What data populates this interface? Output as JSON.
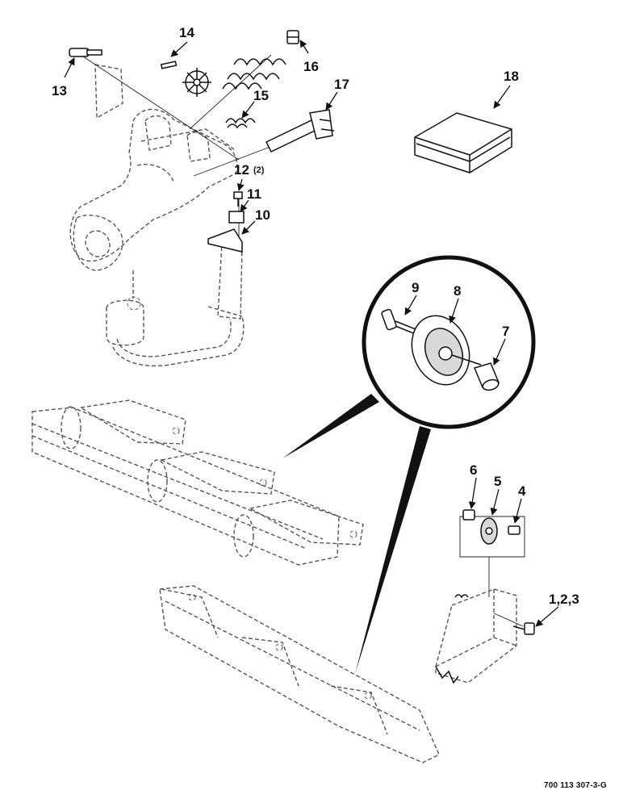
{
  "callouts": {
    "c1": "1,2,3",
    "c4": "4",
    "c5": "5",
    "c6": "6",
    "c7": "7",
    "c8": "8",
    "c9": "9",
    "c10": "10",
    "c11": "11",
    "c12": "12",
    "c12_qty": "(2)",
    "c13": "13",
    "c14": "14",
    "c15": "15",
    "c16": "16",
    "c17": "17",
    "c18": "18"
  },
  "drawing_number": "700 113 307-3-G"
}
